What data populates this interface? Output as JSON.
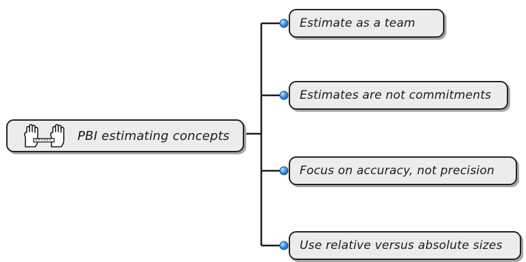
{
  "mindmap": {
    "root": {
      "label": "PBI estimating concepts",
      "icon": "hands-with-ruler-icon"
    },
    "branches": [
      {
        "label": "Estimate as a team"
      },
      {
        "label": "Estimates are not commitments"
      },
      {
        "label": "Focus on accuracy, not precision"
      },
      {
        "label": "Use relative versus absolute sizes"
      }
    ],
    "colors": {
      "node_fill": "#ececec",
      "node_border": "#222222",
      "node_shadow": "#a9a9a9",
      "connector": "#1a1a1a",
      "dot": "#2f8fe0"
    }
  }
}
